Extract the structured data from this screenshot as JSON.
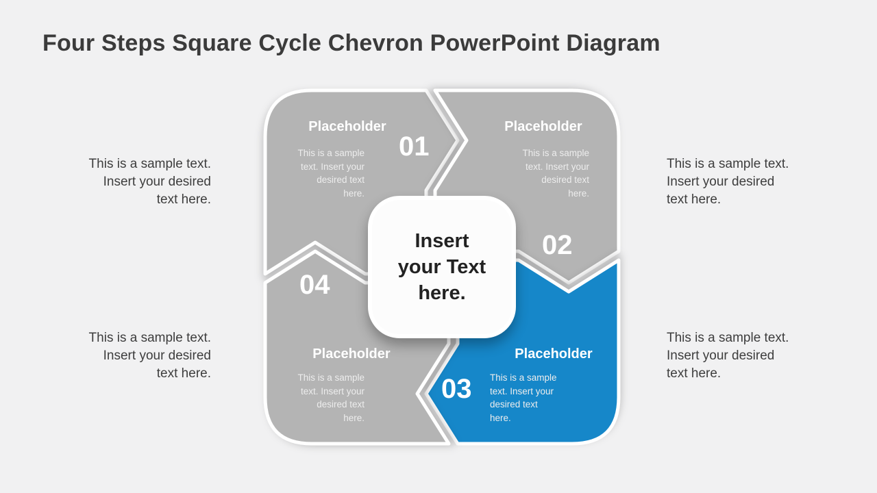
{
  "slide": {
    "title": "Four Steps Square Cycle Chevron PowerPoint Diagram"
  },
  "center_card": {
    "text": "Insert\nyour Text\nhere."
  },
  "steps": [
    {
      "number": "01",
      "heading": "Placeholder",
      "body": "This is a sample\ntext. Insert your\ndesired text\nhere.",
      "fill": "#b4b4b4"
    },
    {
      "number": "02",
      "heading": "Placeholder",
      "body": "This is a sample\ntext. Insert your\ndesired text\nhere.",
      "fill": "#b4b4b4"
    },
    {
      "number": "03",
      "heading": "Placeholder",
      "body": "This is a sample\ntext. Insert your\ndesired text\nhere.",
      "fill": "#1687c9"
    },
    {
      "number": "04",
      "heading": "Placeholder",
      "body": "This is a sample\ntext. Insert your\ndesired text\nhere.",
      "fill": "#b4b4b4"
    }
  ],
  "side_notes": [
    {
      "text": "This is a sample text.\nInsert your desired\ntext here."
    },
    {
      "text": "This is a sample text.\nInsert your desired\ntext here."
    },
    {
      "text": "This is a sample text.\nInsert your desired\ntext here."
    },
    {
      "text": "This is a sample text.\nInsert your desired\ntext here."
    }
  ],
  "colors": {
    "gray": "#b4b4b4",
    "blue": "#1687c9",
    "background": "#f1f1f2"
  }
}
